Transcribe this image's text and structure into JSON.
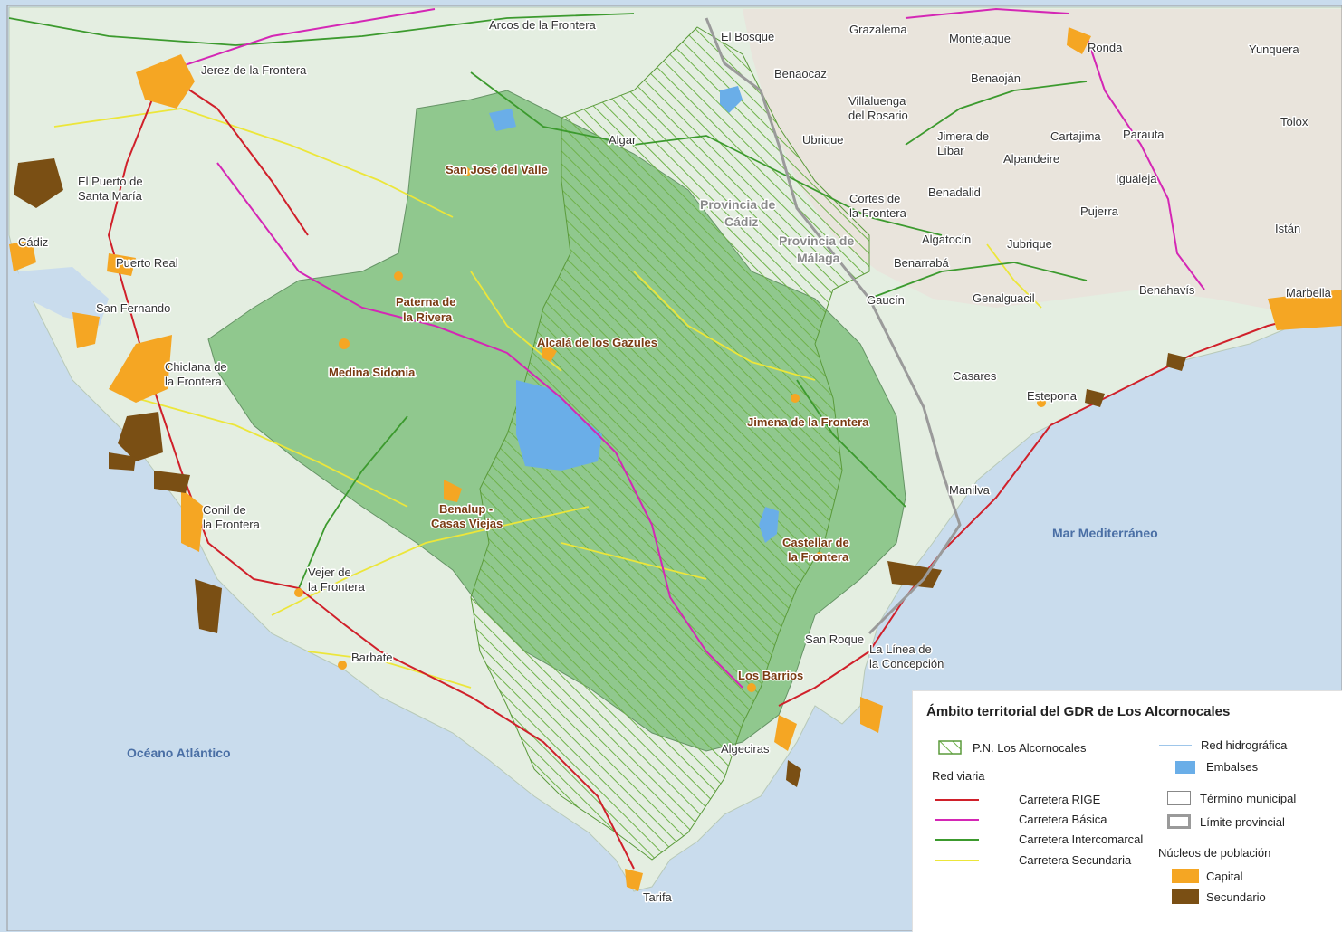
{
  "legend": {
    "title": "Ámbito territorial del GDR de Los Alcornocales",
    "park": "P.N. Los Alcornocales",
    "road_heading": "Red viaria",
    "road_rige": "Carretera RIGE",
    "road_basica": "Carretera Básica",
    "road_intercomarcal": "Carretera Intercomarcal",
    "road_secundaria": "Carretera Secundaria",
    "hydro": "Red hidrográfica",
    "reservoirs": "Embalses",
    "municipal": "Término municipal",
    "provincial": "Límite provincial",
    "pop_heading": "Núcleos de población",
    "capital": "Capital",
    "secondary": "Secundario"
  },
  "colors": {
    "sea": "#c9dced",
    "land": "#e4eee1",
    "gdr_area": "#8cc78a",
    "park_hatch": "#6fb24a",
    "mountains": "#e8e1db",
    "rige": "#d0202a",
    "basica": "#d427b5",
    "intercomarcal": "#3c9a2e",
    "secundaria": "#ece63a",
    "water": "#6aaee8",
    "capital": "#f5a623",
    "secondary": "#7a4f14"
  },
  "seas": {
    "atlantic": "Océano Atlántico",
    "mediterranean": "Mar Mediterráneo"
  },
  "provinces": {
    "cadiz_1": "Provincia de",
    "cadiz_2": "Cádiz",
    "malaga_1": "Provincia de",
    "malaga_2": "Málaga"
  },
  "gdr_towns": {
    "san_jose": "San José del Valle",
    "paterna_1": "Paterna de",
    "paterna_2": "la Rivera",
    "alcala": "Alcalá de los Gazules",
    "medina": "Medina Sidonia",
    "jimena": "Jimena de la Frontera",
    "benalup_1": "Benalup -",
    "benalup_2": "Casas Viejas",
    "castellar_1": "Castellar de",
    "castellar_2": "la Frontera",
    "barrios": "Los Barrios"
  },
  "places": {
    "arcos": "Arcos de la Frontera",
    "jerez": "Jerez de la Frontera",
    "el_bosque": "El Bosque",
    "grazalema": "Grazalema",
    "montejaque": "Montejaque",
    "ronda": "Ronda",
    "yunquera": "Yunquera",
    "benaocaz": "Benaocaz",
    "benaojan": "Benaoján",
    "villaluenga_1": "Villaluenga",
    "villaluenga_2": "del Rosario",
    "tolox": "Tolox",
    "algar": "Algar",
    "ubrique": "Ubrique",
    "jimera_1": "Jimera de",
    "jimera_2": "Líbar",
    "cartajima": "Cartajima",
    "parauta": "Parauta",
    "alpandeire": "Alpandeire",
    "igualeja": "Igualeja",
    "puerto_sm_1": "El Puerto de",
    "puerto_sm_2": "Santa María",
    "cortes_1": "Cortes de",
    "cortes_2": "la Frontera",
    "benadalid": "Benadalid",
    "pujerra": "Pujerra",
    "istan": "Istán",
    "cadiz": "Cádiz",
    "puerto_real": "Puerto Real",
    "algatocin": "Algatocín",
    "jubrique": "Jubrique",
    "benarraba": "Benarrabá",
    "san_fernando": "San Fernando",
    "gaucin": "Gaucín",
    "genalguacil": "Genalguacil",
    "benahavis": "Benahavís",
    "marbella": "Marbella",
    "chiclana_1": "Chiclana de",
    "chiclana_2": "la Frontera",
    "casares": "Casares",
    "estepona": "Estepona",
    "manilva": "Manilva",
    "conil_1": "Conil de",
    "conil_2": "la Frontera",
    "vejer_1": "Vejer de",
    "vejer_2": "la Frontera",
    "san_roque": "San Roque",
    "linea_1": "La Línea de",
    "linea_2": "la Concepción",
    "barbate": "Barbate",
    "algeciras": "Algeciras",
    "tarifa": "Tarifa"
  }
}
